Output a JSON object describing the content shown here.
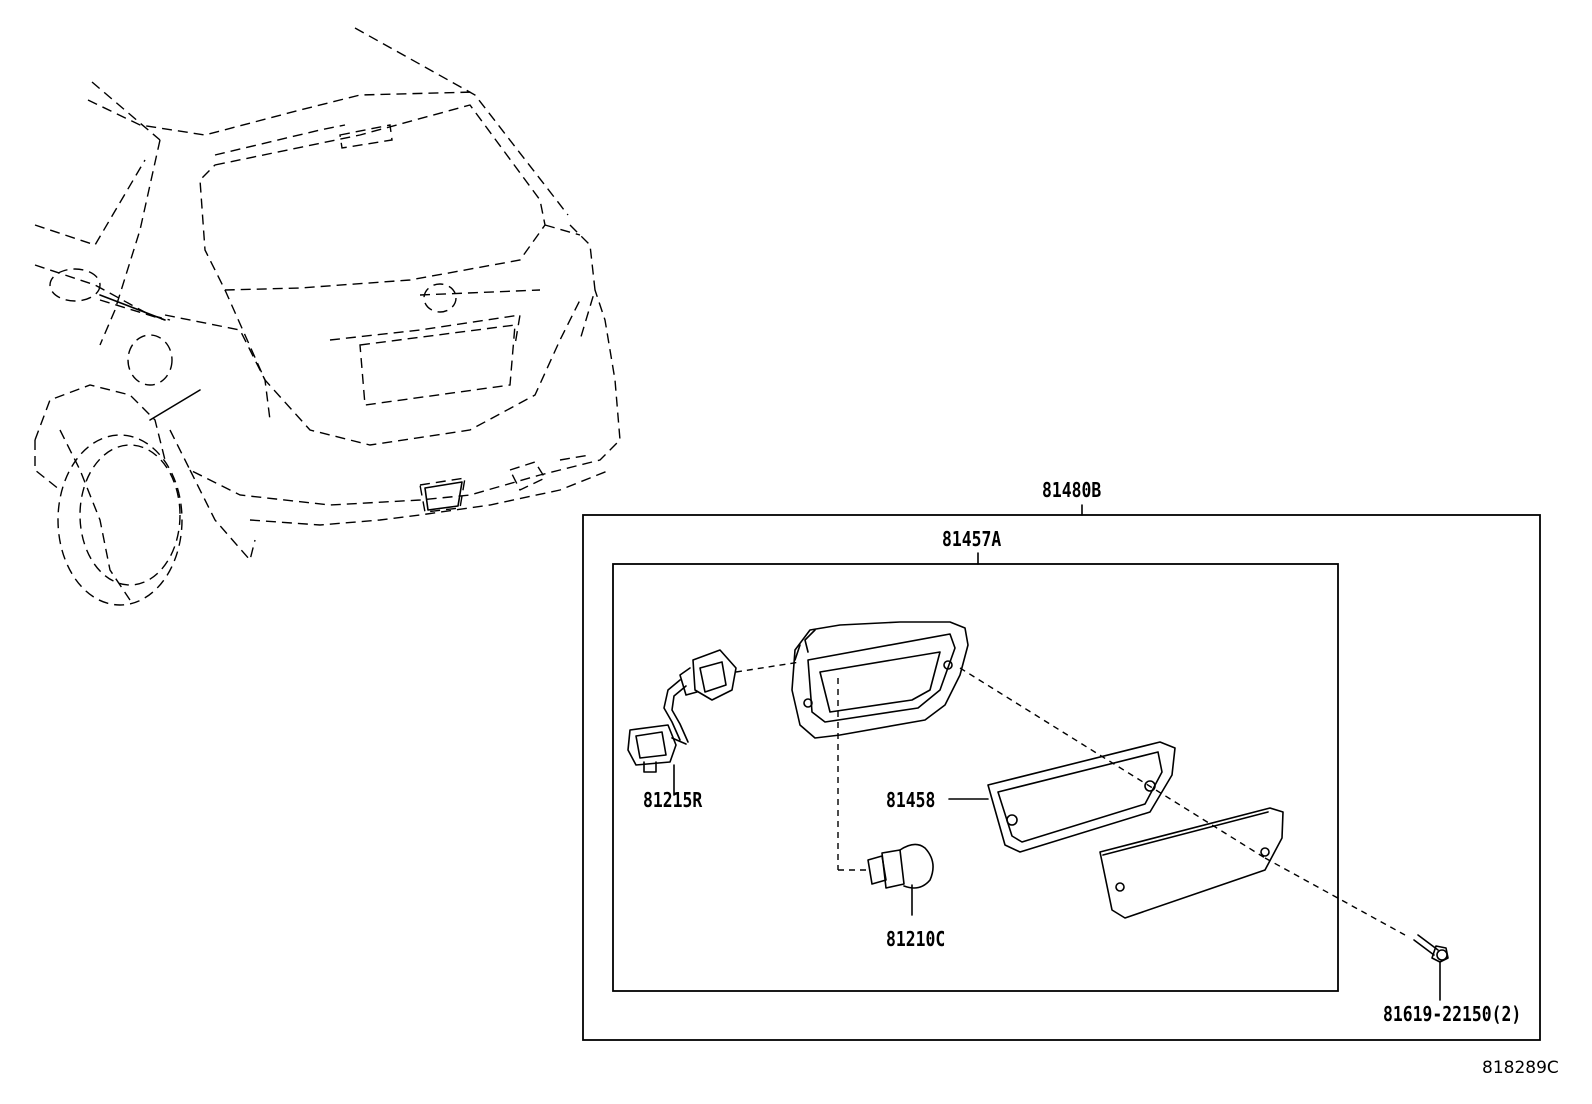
{
  "parts": {
    "assembly": "81480B",
    "sub_assembly": "81457A",
    "socket_wire": "81215R",
    "gasket": "81458",
    "bulb": "81210C",
    "screw": "81619-22150(2)"
  },
  "illustration_code": "818289C",
  "icons": {
    "vehicle": "vehicle-rear-outline-icon",
    "housing": "lamp-housing-icon",
    "socket": "socket-wire-icon",
    "bulb": "bulb-icon",
    "gasket": "gasket-icon",
    "lens": "lens-icon",
    "screw": "screw-icon"
  }
}
